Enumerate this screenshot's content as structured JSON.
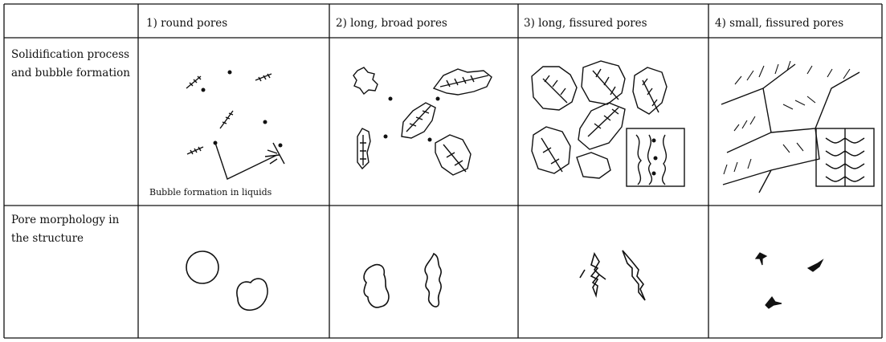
{
  "table": {
    "columns": [
      "",
      "1) round pores",
      "2) long, broad pores",
      "3) long, fissured pores",
      "4) small, fissured pores"
    ],
    "rows": [
      {
        "label": "Solidification process and bubble formation",
        "caption": "Bubble formation in liquids"
      },
      {
        "label": "Pore morphology in the structure"
      }
    ]
  }
}
